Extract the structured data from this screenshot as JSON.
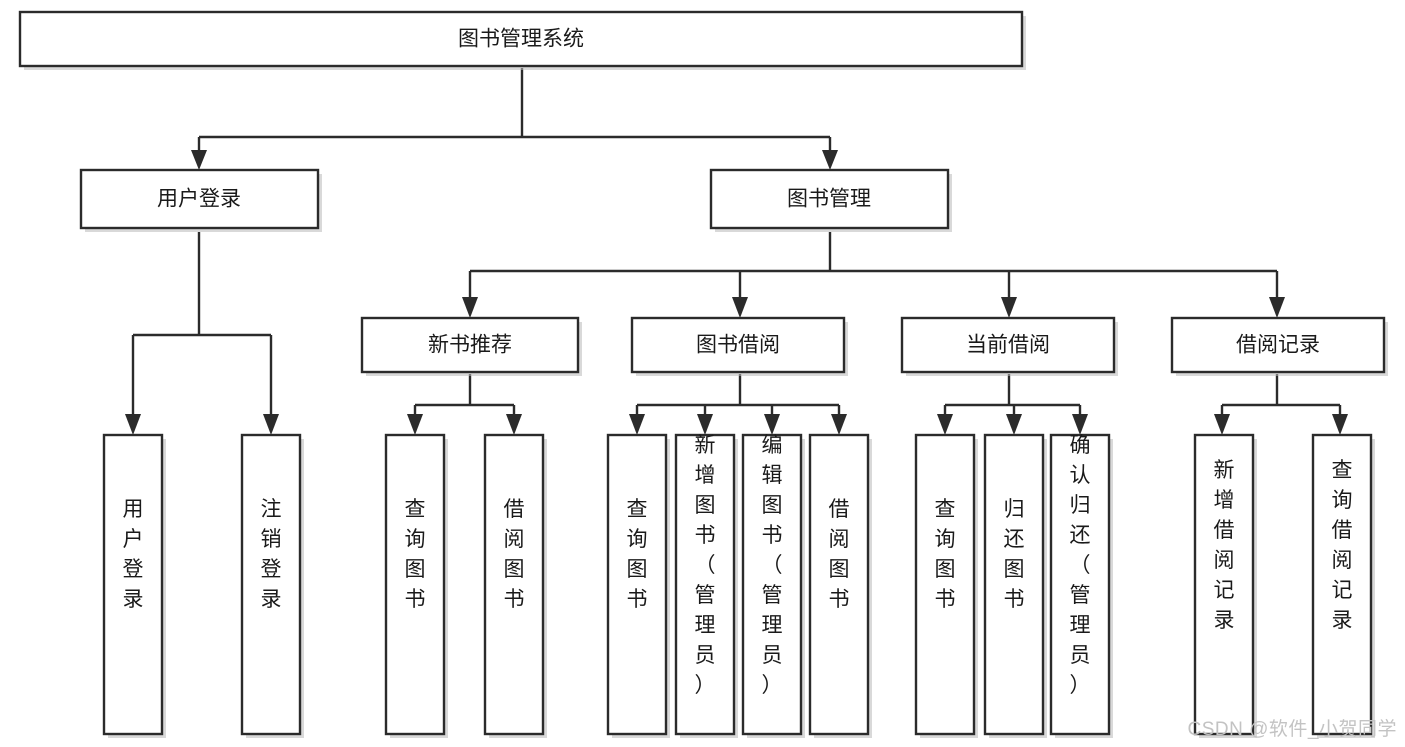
{
  "diagram": {
    "type": "tree-hierarchy",
    "orientation": "top-down",
    "root": {
      "id": "root",
      "label": "图书管理系统"
    },
    "level1": [
      {
        "id": "user-login",
        "label": "用户登录"
      },
      {
        "id": "book-management",
        "label": "图书管理"
      }
    ],
    "level2": [
      {
        "id": "new-book-recommend",
        "label": "新书推荐",
        "parent": "book-management"
      },
      {
        "id": "book-borrow",
        "label": "图书借阅",
        "parent": "book-management"
      },
      {
        "id": "current-borrow",
        "label": "当前借阅",
        "parent": "book-management"
      },
      {
        "id": "borrow-record",
        "label": "借阅记录",
        "parent": "book-management"
      }
    ],
    "leaves": {
      "user-login": [
        {
          "id": "leaf-user-login",
          "label": "用户登录"
        },
        {
          "id": "leaf-user-logout",
          "label": "注销登录"
        }
      ],
      "new-book-recommend": [
        {
          "id": "leaf-query-book-1",
          "label": "查询图书"
        },
        {
          "id": "leaf-borrow-book-1",
          "label": "借阅图书"
        }
      ],
      "book-borrow": [
        {
          "id": "leaf-query-book-2",
          "label": "查询图书"
        },
        {
          "id": "leaf-add-book",
          "label": "新增图书（管理员）"
        },
        {
          "id": "leaf-edit-book",
          "label": "编辑图书（管理员）"
        },
        {
          "id": "leaf-borrow-book-2",
          "label": "借阅图书"
        }
      ],
      "current-borrow": [
        {
          "id": "leaf-query-book-3",
          "label": "查询图书"
        },
        {
          "id": "leaf-return-book",
          "label": "归还图书"
        },
        {
          "id": "leaf-confirm-return",
          "label": "确认归还（管理员）"
        }
      ],
      "borrow-record": [
        {
          "id": "leaf-add-record",
          "label": "新增借阅记录"
        },
        {
          "id": "leaf-query-record",
          "label": "查询借阅记录"
        }
      ]
    }
  },
  "watermark": {
    "text": "CSDN @软件_小贺同学"
  },
  "colors": {
    "box_stroke": "#2b2b2b",
    "box_fill": "#ffffff",
    "edge": "#2b2b2b",
    "text": "#1a1a1a",
    "watermark": "#c3c3c3",
    "background": "#ffffff"
  }
}
